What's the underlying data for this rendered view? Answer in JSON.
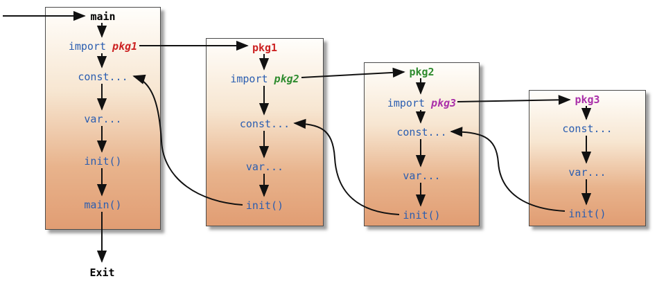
{
  "colors": {
    "box_gradient_top": "#fffefb",
    "box_gradient_bottom": "#e19d73",
    "statement_blue": "#2a5db0",
    "pkg1_red": "#cc2222",
    "pkg2_green": "#2e8b2e",
    "pkg3_magenta": "#aa30aa",
    "title_black": "#000000",
    "arrow_black": "#111111"
  },
  "exit_label": "Exit",
  "boxes": [
    {
      "name": "main",
      "title": "main",
      "import_keyword": "import",
      "import_package": "pkg1",
      "const_stmt": "const...",
      "var_stmt": "var...",
      "init_stmt": "init()",
      "main_stmt": "main()"
    },
    {
      "name": "pkg1",
      "title": "pkg1",
      "import_keyword": "import",
      "import_package": "pkg2",
      "const_stmt": "const...",
      "var_stmt": "var...",
      "init_stmt": "init()"
    },
    {
      "name": "pkg2",
      "title": "pkg2",
      "import_keyword": "import",
      "import_package": "pkg3",
      "const_stmt": "const...",
      "var_stmt": "var...",
      "init_stmt": "init()"
    },
    {
      "name": "pkg3",
      "title": "pkg3",
      "const_stmt": "const...",
      "var_stmt": "var...",
      "init_stmt": "init()"
    }
  ]
}
